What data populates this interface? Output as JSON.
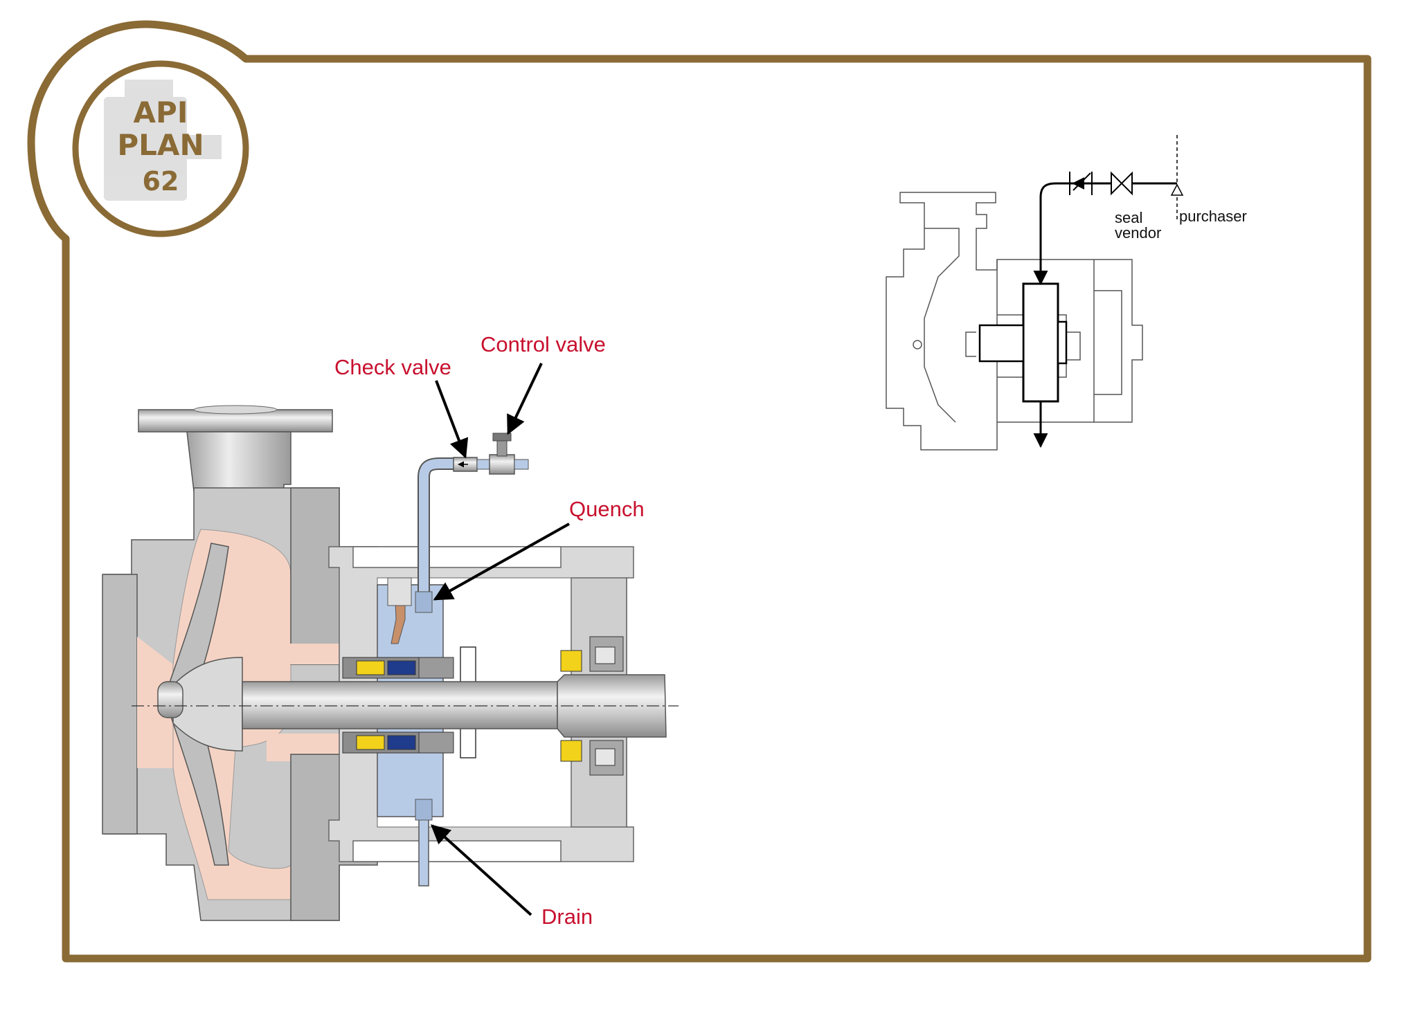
{
  "badge": {
    "line1": "API",
    "line2": "PLAN",
    "line3": "62"
  },
  "callouts": {
    "check_valve": "Check valve",
    "control_valve": "Control valve",
    "quench": "Quench",
    "drain": "Drain"
  },
  "schematic": {
    "seal_vendor": "seal\nvendor",
    "purchaser": "purchaser"
  },
  "colors": {
    "frame": "#8a6a35",
    "callout": "#c8102e",
    "quench_fluid": "#b8cbe6",
    "casing": "#cfcfcf",
    "pumped_fluid": "#f5d3c4"
  }
}
